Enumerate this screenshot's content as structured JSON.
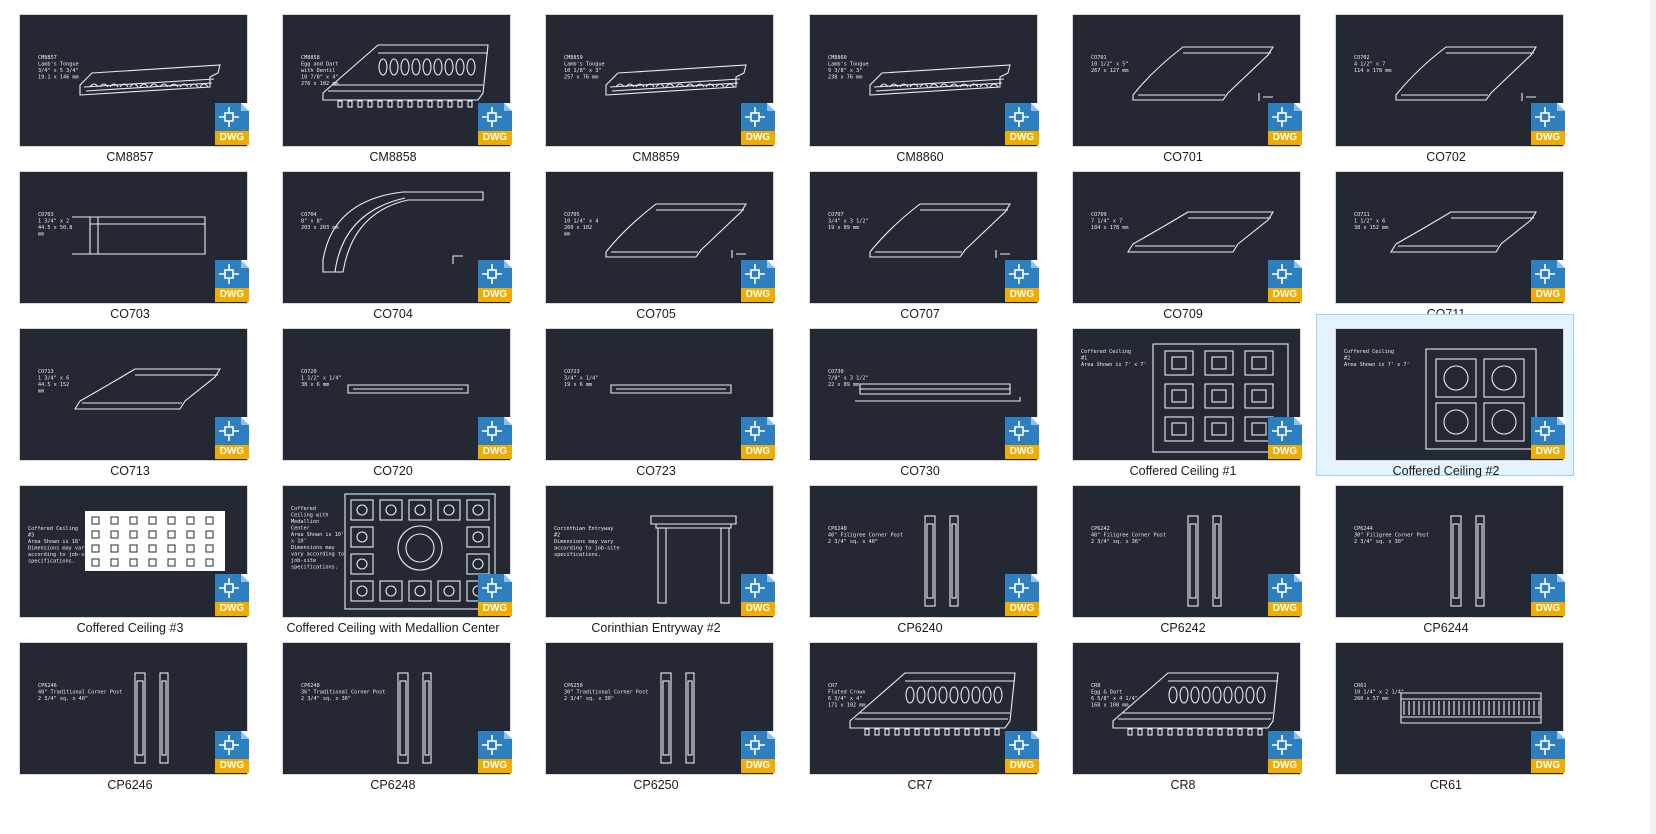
{
  "view": {
    "badge_label": "DWG",
    "badge_icon": "dwg-file-icon",
    "selected_index": 17,
    "colors": {
      "thumb_bg": "#232833",
      "badge_blue": "#2e7fc0",
      "badge_gold": "#f0ad00",
      "selection": "#e5f3ff"
    }
  },
  "files": [
    {
      "name": "CM8857",
      "kind": "crown-ornate",
      "notes": [
        "CM8857",
        "Lamb's Tongue",
        "3/4\" x 5 3/4\"",
        "19.1 x 146 mm"
      ]
    },
    {
      "name": "CM8858",
      "kind": "crown-egg",
      "notes": [
        "CM8858",
        "Egg and Dart",
        "with Dentil",
        "10 7/8\" x 4\"",
        "276 x 102 mm"
      ]
    },
    {
      "name": "CM8859",
      "kind": "crown-ornate",
      "notes": [
        "CM8859",
        "Lamb's Tongue",
        "10 1/8\" x 3\"",
        "257 x 76 mm"
      ]
    },
    {
      "name": "CM8860",
      "kind": "crown-ornate",
      "notes": [
        "CM8860",
        "Lamb's Tongue",
        "9 3/8\" x 3\"",
        "238 x 76 mm"
      ]
    },
    {
      "name": "CO701",
      "kind": "cove",
      "notes": [
        "CO701",
        "10 1/2\" x 5\"",
        "267 x 127 mm"
      ]
    },
    {
      "name": "CO702",
      "kind": "cove",
      "notes": [
        "CO702",
        "4 1/2\" x 7",
        "114 x 178 mm"
      ]
    },
    {
      "name": "CO703",
      "kind": "flat",
      "notes": [
        "CO703",
        "1 3/4\" x 2",
        "44.5 x 50.8",
        "mm"
      ]
    },
    {
      "name": "CO704",
      "kind": "cove-large",
      "notes": [
        "CO704",
        "8\" x 8\"",
        "203 x 203 mm"
      ]
    },
    {
      "name": "CO705",
      "kind": "cove",
      "notes": [
        "CO705",
        "10 1/4\" x 4",
        "260 x 102",
        "mm"
      ]
    },
    {
      "name": "CO707",
      "kind": "cove",
      "notes": [
        "CO707",
        "3/4\" x 3 1/2\"",
        "19 x 89 mm"
      ]
    },
    {
      "name": "CO709",
      "kind": "crown",
      "notes": [
        "CO709",
        "7 1/4\" x 7",
        "184 x 178 mm"
      ]
    },
    {
      "name": "CO711",
      "kind": "crown",
      "notes": [
        "CO711",
        "1 1/2\" x 6",
        "38 x 152 mm"
      ]
    },
    {
      "name": "CO713",
      "kind": "crown",
      "notes": [
        "CO713",
        "1 3/4\" x 6",
        "44.5 x 152",
        "mm"
      ]
    },
    {
      "name": "CO720",
      "kind": "thin",
      "notes": [
        "CO720",
        "1 1/2\" x 1/4\"",
        "38 x 6 mm"
      ]
    },
    {
      "name": "CO723",
      "kind": "thin",
      "notes": [
        "CO723",
        "3/4\" x 1/4\"",
        "19 x 6 mm"
      ]
    },
    {
      "name": "CO730",
      "kind": "flat-long",
      "notes": [
        "CO730",
        "7/8\" x 3 1/2\"",
        "22 x 89 mm"
      ]
    },
    {
      "name": "Coffered Ceiling #1",
      "kind": "ceiling1",
      "notes": [
        "Coffered Ceiling",
        "#1",
        "Area Shown is 7' x 7'"
      ]
    },
    {
      "name": "Coffered Ceiling #2",
      "kind": "ceiling2",
      "notes": [
        "Coffered Ceiling",
        "#2",
        "Area Shown is 7' x 7'"
      ]
    },
    {
      "name": "Coffered Ceiling #3",
      "kind": "ceiling3",
      "notes": [
        "Coffered Ceiling",
        "#3",
        "Area Shown is 18' x 7' Tall",
        "Dimensions may vary",
        "according to job-site",
        "specifications."
      ]
    },
    {
      "name": "Coffered Ceiling with Medallion Center",
      "kind": "medallion",
      "notes": [
        "Coffered",
        "Ceiling with",
        "Medallion",
        "Center",
        "Area Shown is 10'",
        "x 10'",
        "Dimensions may",
        "vary according to",
        "job-site",
        "specifications."
      ]
    },
    {
      "name": "Corinthian Entryway #2",
      "kind": "entry",
      "notes": [
        "Corinthian Entryway",
        "#2",
        "Dimensions may vary",
        "according to job-site",
        "specifications."
      ]
    },
    {
      "name": "CP6240",
      "kind": "posts",
      "notes": [
        "CP6240",
        "40\" Filigree Corner Post",
        "2 3/4\" sq. x 40\""
      ]
    },
    {
      "name": "CP6242",
      "kind": "posts",
      "notes": [
        "CP6242",
        "40\" Filigree Corner Post",
        "2 3/4\" sq. x 36\""
      ]
    },
    {
      "name": "CP6244",
      "kind": "posts",
      "notes": [
        "CP6244",
        "30\" Filigree Corner Post",
        "2 3/4\" sq. x 30\""
      ]
    },
    {
      "name": "CP6246",
      "kind": "posts",
      "notes": [
        "CP6246",
        "40\" Traditional Corner Post",
        "2 3/4\" sq. x 40\""
      ]
    },
    {
      "name": "CP6248",
      "kind": "posts",
      "notes": [
        "CP6248",
        "36\" Traditional Corner Post",
        "2 3/4\" sq. x 36\""
      ]
    },
    {
      "name": "CP6250",
      "kind": "posts",
      "notes": [
        "CP6250",
        "30\" Traditional Corner Post",
        "2 3/4\" sq. x 30\""
      ]
    },
    {
      "name": "CR7",
      "kind": "crown-egg",
      "notes": [
        "CR7",
        "Fluted Crown",
        "6 3/4\" x 4\"",
        "171 x 102 mm"
      ]
    },
    {
      "name": "CR8",
      "kind": "crown-egg",
      "notes": [
        "CR8",
        "Egg & Dart",
        "6 5/8\" x 4 1/4\"",
        "168 x 108 mm"
      ]
    },
    {
      "name": "CR61",
      "kind": "dentil",
      "notes": [
        "CR61",
        "10 1/4\" x 2 1/4\"",
        "260 x 57 mm"
      ]
    }
  ]
}
